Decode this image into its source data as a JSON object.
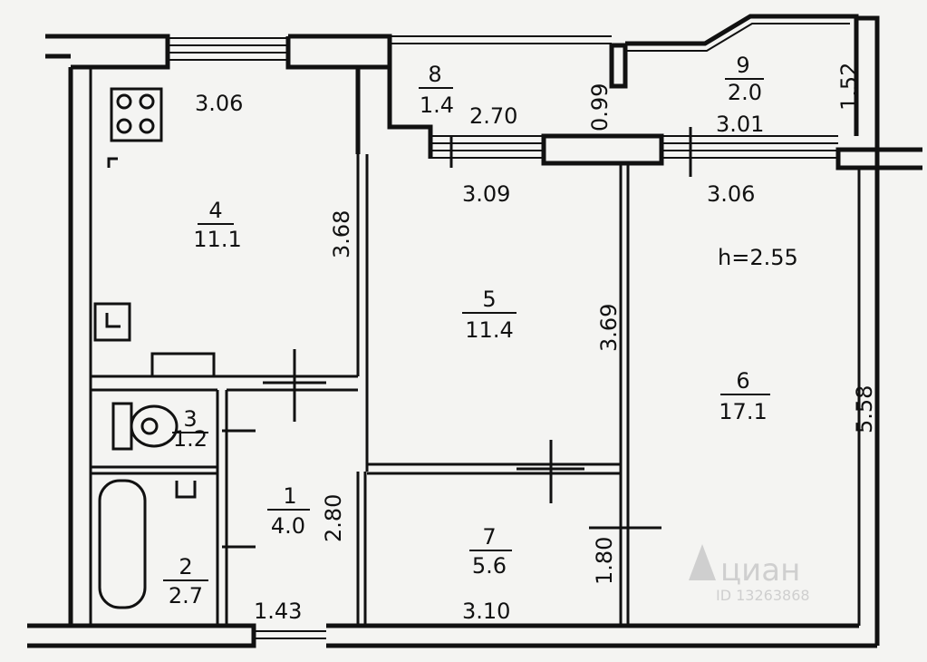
{
  "rooms": [
    {
      "id": "1",
      "number": "1",
      "area": "4.0"
    },
    {
      "id": "2",
      "number": "2",
      "area": "2.7"
    },
    {
      "id": "3",
      "number": "3",
      "area": "1.2"
    },
    {
      "id": "4",
      "number": "4",
      "area": "11.1"
    },
    {
      "id": "5",
      "number": "5",
      "area": "11.4"
    },
    {
      "id": "6",
      "number": "6",
      "area": "17.1"
    },
    {
      "id": "7",
      "number": "7",
      "area": "5.6"
    },
    {
      "id": "8",
      "number": "8",
      "area": "1.4"
    },
    {
      "id": "9",
      "number": "9",
      "area": "2.0"
    }
  ],
  "dimensions": {
    "kitchen_width": "3.06",
    "kitchen_depth": "3.68",
    "balcony8_width": "2.70",
    "balcony8_depth": "0.99",
    "balcony9_width": "3.01",
    "balcony9_depth": "1.52",
    "room5_width": "3.09",
    "room5_depth": "3.69",
    "room6_width": "3.06",
    "room6_depth": "5.58",
    "ceiling_height": "h=2.55",
    "hall_depth": "2.80",
    "hall_width": "1.43",
    "room7_width": "3.10",
    "room7_depth": "1.80"
  },
  "watermark": {
    "brand": "циан",
    "id": "ID 13263868"
  },
  "colors": {
    "wall": "#111111",
    "background": "#f4f4f2",
    "watermark": "#cfcfcf"
  }
}
